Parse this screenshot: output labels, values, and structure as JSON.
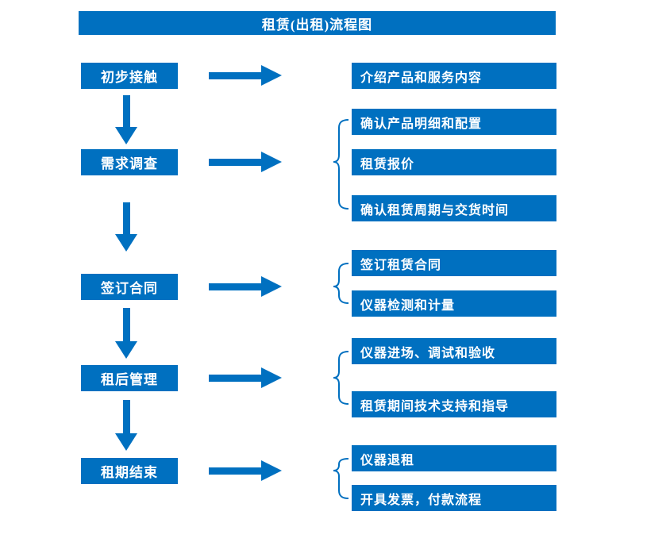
{
  "title": "租赁(出租)流程图",
  "colors": {
    "accent": "#0070C0",
    "text_on_accent": "#FFFFFF"
  },
  "stages": [
    {
      "label": "初步接触",
      "outputs": [
        "介绍产品和服务内容"
      ]
    },
    {
      "label": "需求调查",
      "outputs": [
        "确认产品明细和配置",
        "租赁报价",
        "确认租赁周期与交货时间"
      ]
    },
    {
      "label": "签订合同",
      "outputs": [
        "签订租赁合同",
        "仪器检测和计量"
      ]
    },
    {
      "label": "租后管理",
      "outputs": [
        "仪器进场、调试和验收",
        "租赁期间技术支持和指导"
      ]
    },
    {
      "label": "租期结束",
      "outputs": [
        "仪器退租",
        "开具发票，付款流程"
      ]
    }
  ]
}
